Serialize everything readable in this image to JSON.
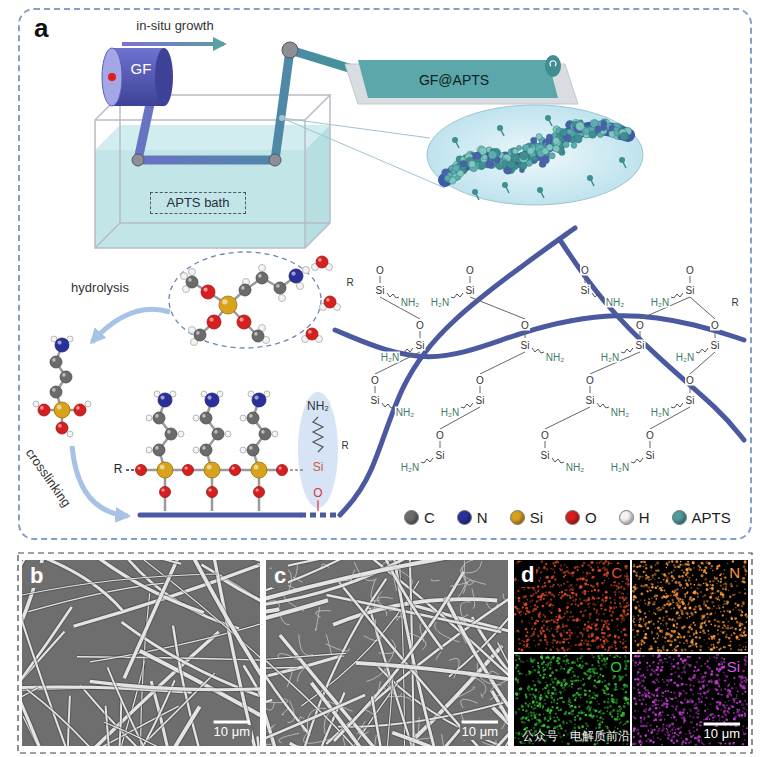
{
  "diagram": {
    "nodes": [
      {
        "text": [
          "a"
        ]
      },
      {
        "text": [
          "GF"
        ],
        "in": 0
      },
      {
        "text": [
          "APTS bath"
        ],
        "in": 0
      },
      {
        "text": [
          "GF@APTS"
        ],
        "in": 0
      },
      {
        "text": [
          "b",
          "10 μm"
        ]
      },
      {
        "text": [
          "c",
          "10 μm"
        ]
      },
      {
        "text": [
          "d"
        ]
      },
      {
        "text": [
          "C"
        ],
        "in": 6
      },
      {
        "text": [
          "N"
        ],
        "in": 6
      },
      {
        "text": [
          "O"
        ],
        "in": 6
      },
      {
        "text": [
          "Si",
          "10 μm"
        ],
        "in": 6
      }
    ],
    "labels": [
      "in-situ growth",
      "hydrolysis",
      "crosslinking",
      "R",
      "NH₂",
      "Si",
      "O",
      "O",
      "Si",
      "NH₂",
      "O",
      "Si",
      "H₂N",
      "O",
      "Si",
      "NH₂",
      "O",
      "Si",
      "H₂N",
      "O",
      "Si",
      "H₂N",
      "O",
      "Si",
      "NH₂",
      "O",
      "Si",
      "H₂N",
      "O",
      "Si",
      "H₂N",
      "O",
      "Si",
      "NH₂",
      "O",
      "Si",
      "H₂N",
      "O",
      "Si",
      "NH₂",
      "O",
      "Si",
      "H₂N",
      "O",
      "Si",
      "H₂N",
      "O",
      "Si",
      "NH₂",
      "O",
      "Si",
      "H₂N",
      "R",
      "R",
      "R",
      "公众号 · 电解质前沿"
    ],
    "legend": [
      {
        "text": "C",
        "color": "#6b6b6b"
      },
      {
        "text": "N",
        "color": "#2b2f9a"
      },
      {
        "text": "Si",
        "color": "#d8a31a"
      },
      {
        "text": "O",
        "color": "#d81e1e"
      },
      {
        "text": "H",
        "color": "#f2f2f2"
      },
      {
        "text": "APTS",
        "color": "#4f9a9c"
      }
    ]
  }
}
